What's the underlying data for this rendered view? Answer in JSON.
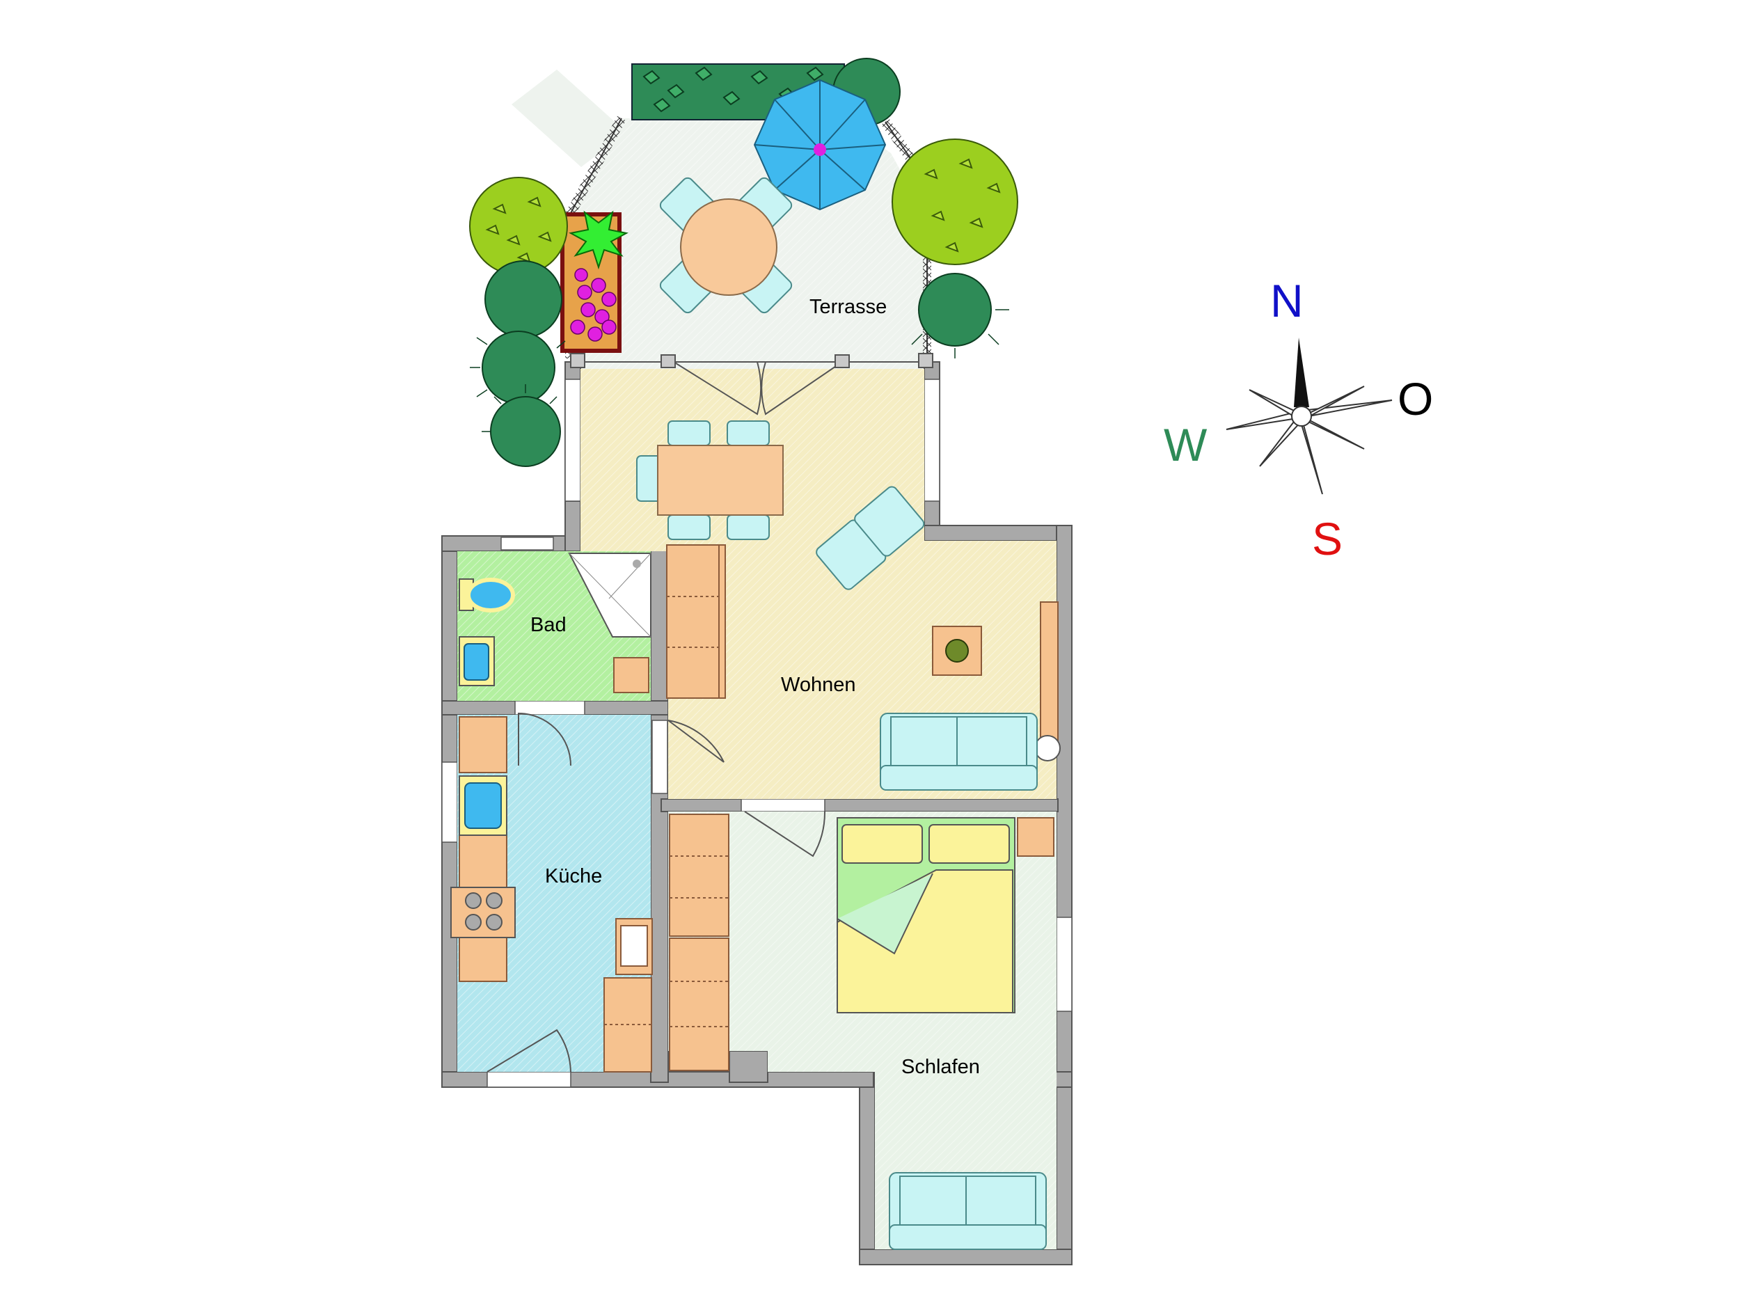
{
  "rooms": {
    "terrasse": "Terrasse",
    "wohnen": "Wohnen",
    "bad": "Bad",
    "kueche": "Küche",
    "schlafen": "Schlafen"
  },
  "compass": {
    "north": "N",
    "east": "O",
    "south": "S",
    "west": "W",
    "north_color": "#1010c8",
    "east_color": "#000000",
    "south_color": "#e01010",
    "west_color": "#2e8b57"
  },
  "colors": {
    "wall": "#a9a9a9",
    "terrace": "#eef3ee",
    "living": "#f5edc3",
    "bath": "#b3f0a0",
    "kitchen": "#b2e6ee",
    "bedroom": "#e9f3e8",
    "furniture_wood": "#f6c28f",
    "upholstery": "#c8f4f4",
    "table": "#f8c99a",
    "bed": "#fbf39a",
    "umbrella": "#3fb9ef",
    "shrub_light": "#9ccf1f",
    "shrub_dark": "#2e8b57"
  }
}
